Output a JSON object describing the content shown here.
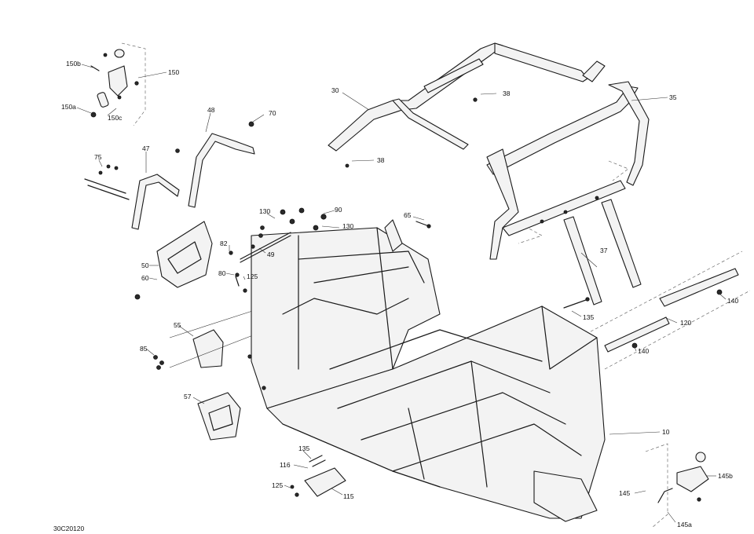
{
  "diagram": {
    "reference_code": "30C20120",
    "callouts": [
      {
        "id": "c150b",
        "text": "150b"
      },
      {
        "id": "c150",
        "text": "150"
      },
      {
        "id": "c150a",
        "text": "150a"
      },
      {
        "id": "c150c",
        "text": "150c"
      },
      {
        "id": "c30",
        "text": "30"
      },
      {
        "id": "c38a",
        "text": "38"
      },
      {
        "id": "c38b",
        "text": "38"
      },
      {
        "id": "c35",
        "text": "35"
      },
      {
        "id": "c48",
        "text": "48"
      },
      {
        "id": "c70",
        "text": "70"
      },
      {
        "id": "c47",
        "text": "47"
      },
      {
        "id": "c75",
        "text": "75"
      },
      {
        "id": "c130a",
        "text": "130"
      },
      {
        "id": "c90",
        "text": "90"
      },
      {
        "id": "c130b",
        "text": "130"
      },
      {
        "id": "c65",
        "text": "65"
      },
      {
        "id": "c82",
        "text": "82"
      },
      {
        "id": "c49",
        "text": "49"
      },
      {
        "id": "c50",
        "text": "50"
      },
      {
        "id": "c80",
        "text": "80"
      },
      {
        "id": "c125a",
        "text": "125"
      },
      {
        "id": "c60",
        "text": "60"
      },
      {
        "id": "c37",
        "text": "37"
      },
      {
        "id": "c140a",
        "text": "140"
      },
      {
        "id": "c135a",
        "text": "135"
      },
      {
        "id": "c120",
        "text": "120"
      },
      {
        "id": "c55",
        "text": "55"
      },
      {
        "id": "c140b",
        "text": "140"
      },
      {
        "id": "c85",
        "text": "85"
      },
      {
        "id": "c57",
        "text": "57"
      },
      {
        "id": "c10",
        "text": "10"
      },
      {
        "id": "c135b",
        "text": "135"
      },
      {
        "id": "c116",
        "text": "116"
      },
      {
        "id": "c125b",
        "text": "125"
      },
      {
        "id": "c115",
        "text": "115"
      },
      {
        "id": "c145",
        "text": "145"
      },
      {
        "id": "c145b",
        "text": "145b"
      },
      {
        "id": "c145a",
        "text": "145a"
      }
    ]
  }
}
